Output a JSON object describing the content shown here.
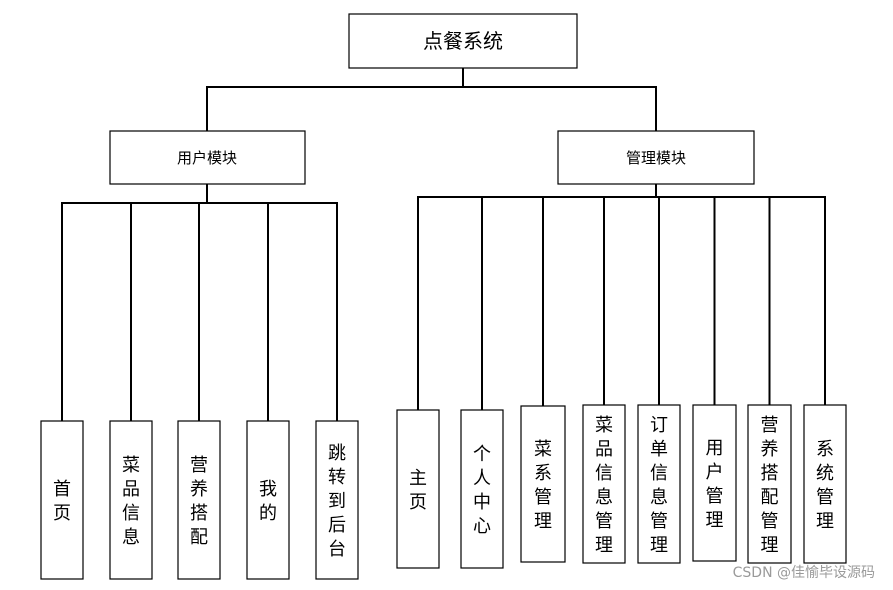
{
  "root": {
    "label": "点餐系统"
  },
  "modules": [
    {
      "label": "用户模块",
      "children": [
        "首页",
        "菜品信息",
        "营养搭配",
        "我的",
        "跳转到后台"
      ]
    },
    {
      "label": "管理模块",
      "children": [
        "主页",
        "个人中心",
        "菜系管理",
        "菜品信息管理",
        "订单信息管理",
        "用户管理",
        "营养搭配管理",
        "系统管理"
      ]
    }
  ],
  "watermark": "CSDN @佳愉毕设源码",
  "colors": {
    "line": "#000000",
    "box_border": "#000000",
    "watermark": "#9a9a9a"
  }
}
